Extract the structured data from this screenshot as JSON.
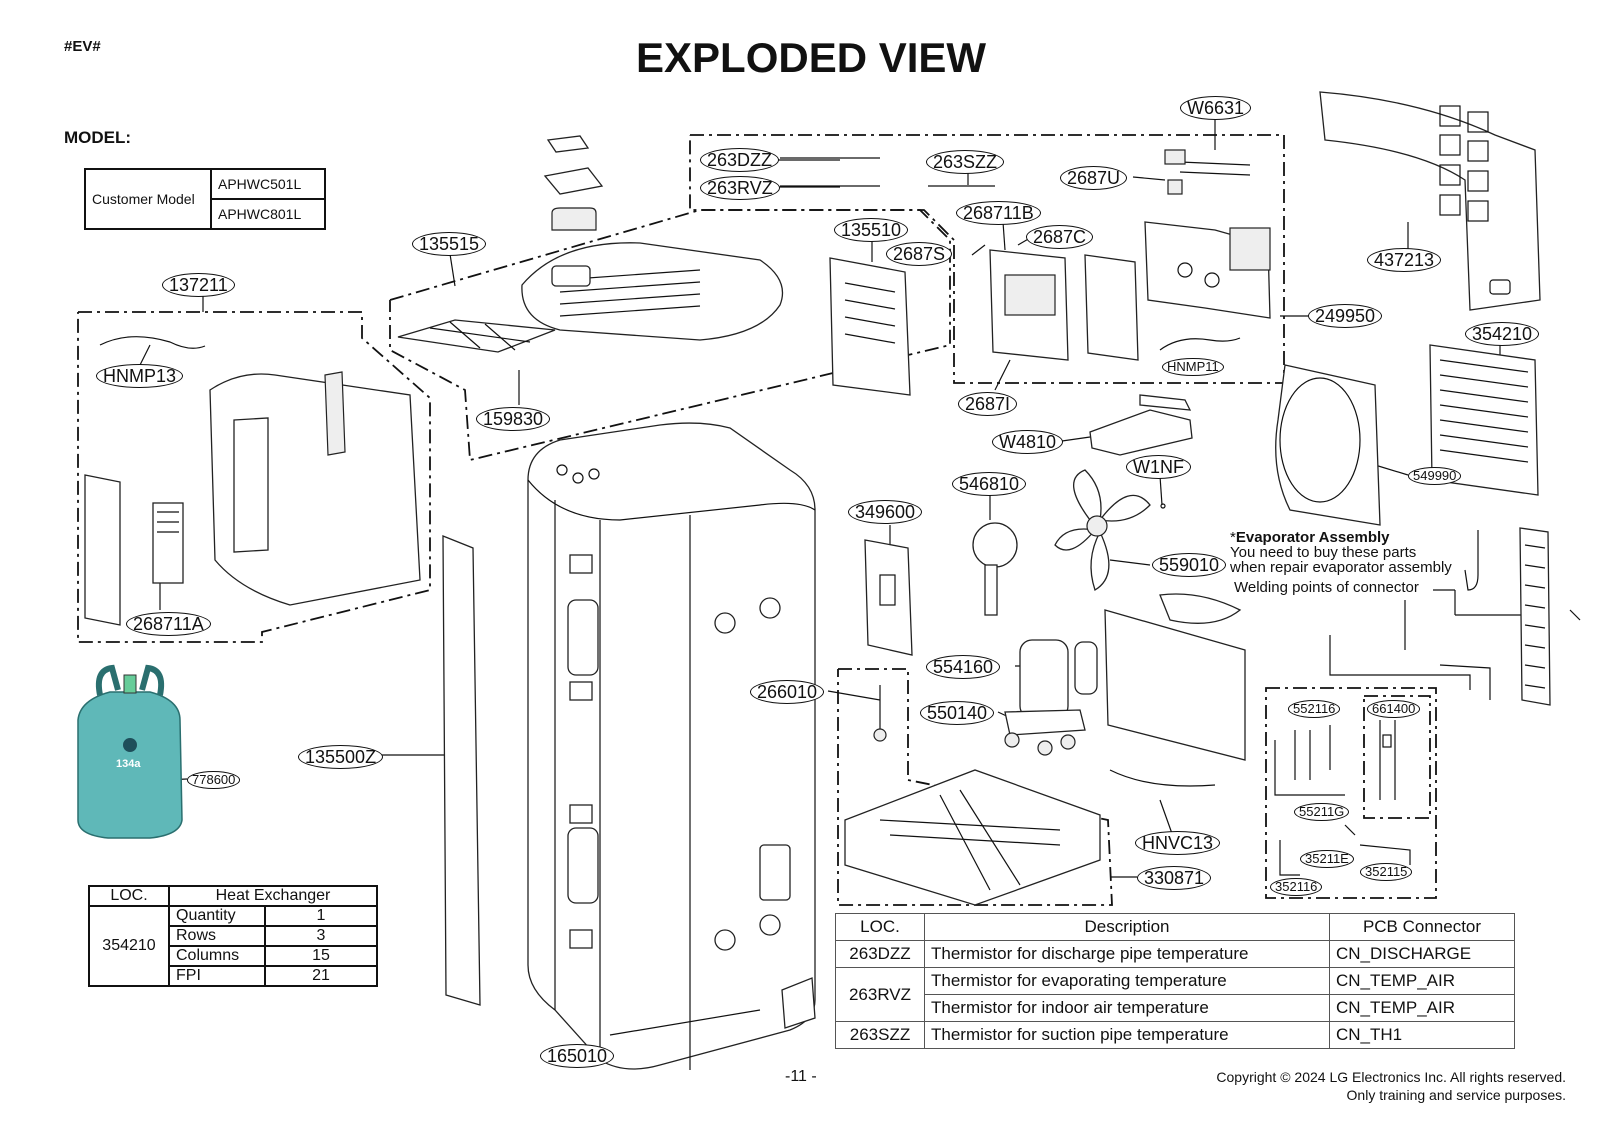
{
  "page_tag": "#EV#",
  "title": "EXPLODED VIEW",
  "model_label": "MODEL:",
  "model_table": {
    "label": "Customer Model",
    "models": [
      "APHWC501L",
      "APHWC801L"
    ]
  },
  "callouts": {
    "c135515": "135515",
    "c137211": "137211",
    "cHNMP13": "HNMP13",
    "c159830": "159830",
    "c268711A": "268711A",
    "c263DZZ": "263DZZ",
    "c263RVZ": "263RVZ",
    "c263SZZ": "263SZZ",
    "cW6631": "W6631",
    "c2687U": "2687U",
    "c268711B": "268711B",
    "c135510": "135510",
    "c2687S": "2687S",
    "c2687C": "2687C",
    "cHNMP11": "HNMP11",
    "c249950": "249950",
    "c2687I": "2687I",
    "c437213": "437213",
    "c354210": "354210",
    "cW4810": "W4810",
    "cW1NF": "W1NF",
    "c546810": "546810",
    "c349600": "349600",
    "c559010": "559010",
    "c549990": "549990",
    "c554160": "554160",
    "c266010": "266010",
    "c550140": "550140",
    "c135500Z": "135500Z",
    "c778600": "778600",
    "cHNVC13": "HNVC13",
    "c330871": "330871",
    "c552116": "552116",
    "c661400": "661400",
    "c55211G": "55211G",
    "c35211E": "35211E",
    "c352115": "352115",
    "c352116": "352116",
    "c165010": "165010"
  },
  "evaporator_note": {
    "star": "*",
    "title": "Evaporator Assembly",
    "line1": "You need to buy these parts",
    "line2": "when repair evaporator assembly",
    "welding": "Welding points of connector"
  },
  "refrigerant_label": "134a",
  "heat_exchanger_table": {
    "loc_header": "LOC.",
    "title_header": "Heat Exchanger",
    "loc": "354210",
    "rows": [
      {
        "name": "Quantity",
        "value": "1"
      },
      {
        "name": "Rows",
        "value": "3"
      },
      {
        "name": "Columns",
        "value": "15"
      },
      {
        "name": "FPI",
        "value": "21"
      }
    ]
  },
  "description_table": {
    "headers": [
      "LOC.",
      "Description",
      "PCB Connector"
    ],
    "rows": [
      {
        "loc": "263DZZ",
        "desc": "Thermistor for discharge pipe temperature",
        "conn": "CN_DISCHARGE"
      },
      {
        "loc": "263RVZ",
        "desc": "Thermistor for evaporating temperature",
        "conn": "CN_TEMP_AIR"
      },
      {
        "loc": "",
        "desc": "Thermistor for indoor air temperature",
        "conn": "CN_TEMP_AIR"
      },
      {
        "loc": "263SZZ",
        "desc": "Thermistor for suction pipe temperature",
        "conn": "CN_TH1"
      }
    ]
  },
  "page_number": "-11 -",
  "copyright": "Copyright © 2024 LG Electronics Inc. All rights reserved.",
  "service_note": "Only training and service purposes."
}
